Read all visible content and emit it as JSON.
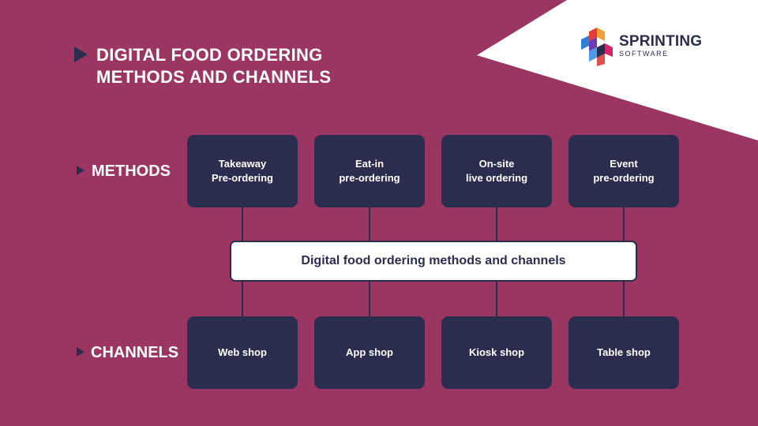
{
  "title": {
    "line1": "DIGITAL FOOD ORDERING",
    "line2": "METHODS AND CHANNELS"
  },
  "logo": {
    "name": "SPRINTING",
    "sub": "SOFTWARE",
    "icon": "cube-logo-icon"
  },
  "methods": {
    "label": "METHODS",
    "items": [
      {
        "line1": "Takeaway",
        "line2": "Pre-ordering"
      },
      {
        "line1": "Eat-in",
        "line2": "pre-ordering"
      },
      {
        "line1": "On-site",
        "line2": "live ordering"
      },
      {
        "line1": "Event",
        "line2": "pre-ordering"
      }
    ]
  },
  "center": {
    "label": "Digital food ordering methods and channels"
  },
  "channels": {
    "label": "CHANNELS",
    "items": [
      {
        "line1": "Web shop"
      },
      {
        "line1": "App shop"
      },
      {
        "line1": "Kiosk shop"
      },
      {
        "line1": "Table shop"
      }
    ]
  },
  "colors": {
    "background": "#9b3562",
    "box": "#2b2d4e",
    "white": "#ffffff"
  }
}
